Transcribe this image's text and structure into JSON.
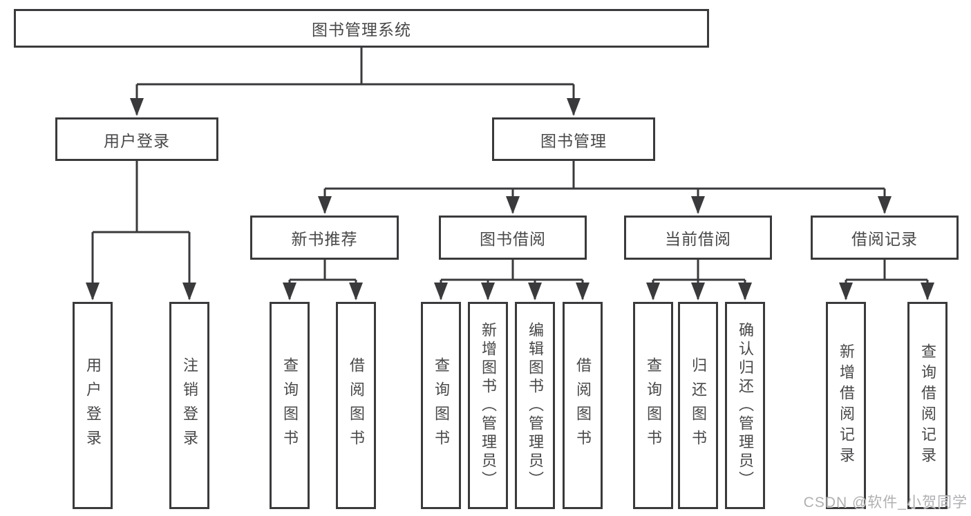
{
  "title": "图书管理系统",
  "watermark": "CSDN @软件_小贺同学",
  "colors": {
    "line": "#3a3a3c",
    "border": "#3a3a3c",
    "text": "#48484a",
    "watermark": "#b0b0b3",
    "background": "#ffffff"
  },
  "nodes": {
    "root": "图书管理系统",
    "level2": [
      "用户登录",
      "图书管理"
    ],
    "level3": [
      "新书推荐",
      "图书借阅",
      "当前借阅",
      "借阅记录"
    ],
    "leaves": {
      "user_login": [
        "用户登录",
        "注销登录"
      ],
      "new_books": [
        "查询图书",
        "借阅图书"
      ],
      "borrow": [
        "查询图书",
        "新增图书（管理员）",
        "编辑图书（管理员）",
        "借阅图书"
      ],
      "current": [
        "查询图书",
        "归还图书",
        "确认归还（管理员）"
      ],
      "records": [
        "新增借阅记录",
        "查询借阅记录"
      ]
    }
  }
}
